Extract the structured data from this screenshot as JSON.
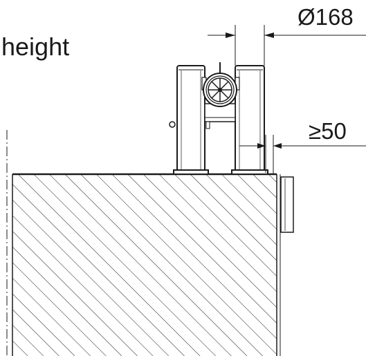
{
  "labels": {
    "height": "height",
    "diameter": "Ø168",
    "min_clearance": "≥50"
  },
  "colors": {
    "line": "#1a1a1a",
    "background": "#ffffff"
  }
}
